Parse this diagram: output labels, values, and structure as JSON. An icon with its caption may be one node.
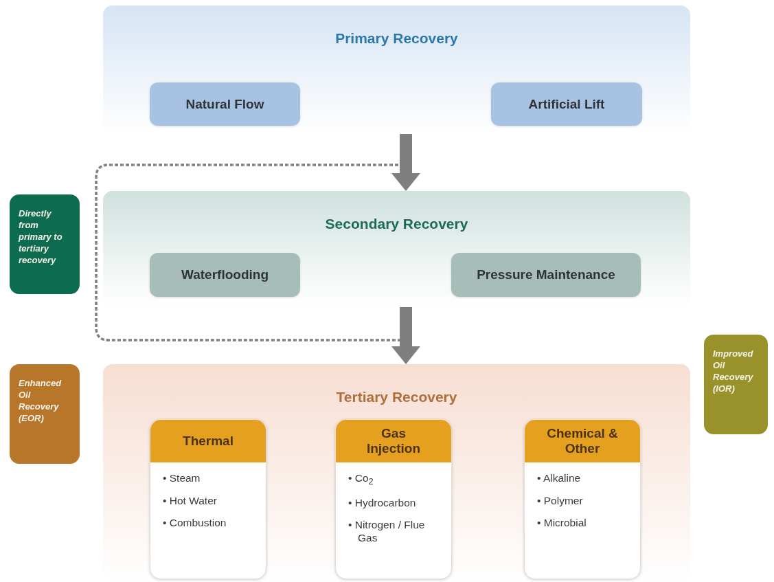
{
  "diagram": {
    "nodes": [
      {
        "text": [
          "Primary Recovery"
        ]
      },
      {
        "text": [
          "Natural Flow"
        ],
        "in": 0
      },
      {
        "text": [
          "Artificial Lift"
        ],
        "in": 0
      },
      {
        "text": [
          "Directly from primary to tertiary recovery"
        ]
      },
      {
        "text": [
          "Secondary Recovery"
        ]
      },
      {
        "text": [
          "Waterflooding"
        ],
        "in": 4
      },
      {
        "text": [
          "Pressure Maintenance"
        ],
        "in": 4
      },
      {
        "text": [
          "Enhanced Oil Recovery (EOR)"
        ]
      },
      {
        "text": [
          "Tertiary Recovery"
        ]
      },
      {
        "text": [
          "Thermal",
          "• Steam",
          "• Hot Water",
          "• Combustion"
        ],
        "in": 8
      },
      {
        "text": [
          "Gas Injection",
          "• Co$_{2}$",
          "• Hydrocarbon",
          "• Nitrogen / Flue Gas"
        ],
        "in": 8
      },
      {
        "text": [
          "Chemical & Other",
          "• Alkaline",
          "• Polymer",
          "• Microbial"
        ],
        "in": 8
      },
      {
        "text": [
          "Improved Oil Recovery (IOR)"
        ]
      }
    ],
    "edges": [
      {
        "from": 0,
        "to": 8,
        "arrow": "to",
        "style": "dashed"
      },
      {
        "from": 0,
        "to": 4,
        "arrow": "to",
        "style": "thick"
      },
      {
        "from": 4,
        "to": 8,
        "arrow": "to",
        "style": "thick"
      }
    ]
  }
}
